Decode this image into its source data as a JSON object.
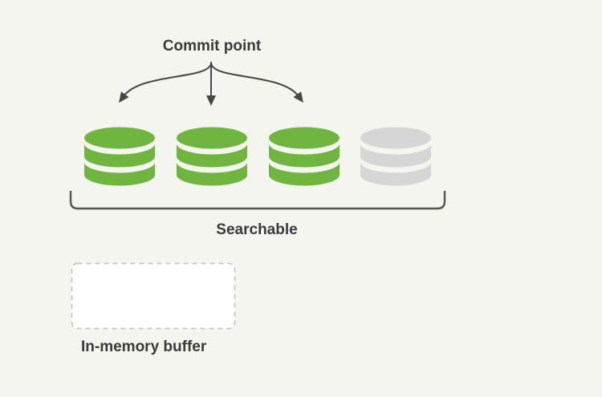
{
  "diagram": {
    "commit_point_label": "Commit point",
    "searchable_label": "Searchable",
    "buffer_label": "In-memory buffer"
  },
  "colors": {
    "background": "#f5f5f0",
    "segment_green": "#6fb53f",
    "segment_gray": "#d6d6d6",
    "arrow": "#474747",
    "bracket": "#565656",
    "text": "#3a3a3a",
    "buffer_border": "#c6c6c6",
    "buffer_fill": "#ffffff"
  },
  "segments": [
    {
      "id": "segment-1",
      "state": "committed",
      "color": "#6fb53f"
    },
    {
      "id": "segment-2",
      "state": "committed",
      "color": "#6fb53f"
    },
    {
      "id": "segment-3",
      "state": "committed",
      "color": "#6fb53f"
    },
    {
      "id": "segment-4",
      "state": "uncommitted",
      "color": "#d6d6d6"
    }
  ]
}
